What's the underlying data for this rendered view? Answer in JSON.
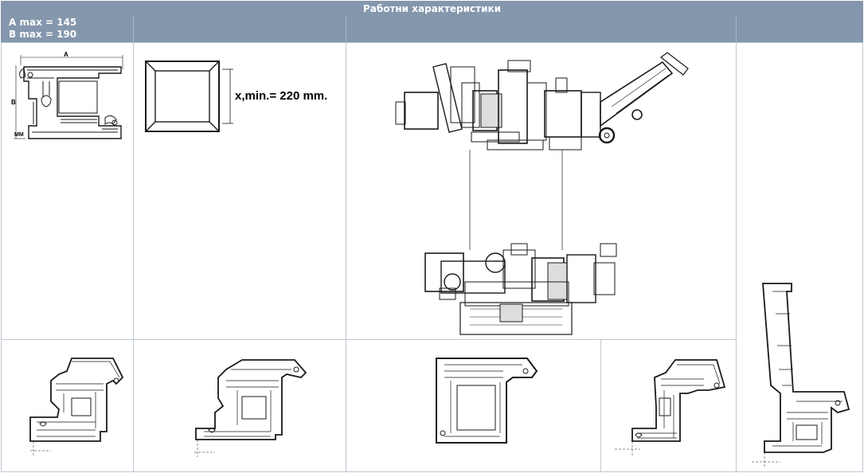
{
  "header": {
    "title": "Работни характеристики",
    "a_max": "A max = 145",
    "b_max": "B max = 190"
  },
  "diagram_labels": {
    "dim_a": "A",
    "dim_b": "B",
    "dim_unit": "MM",
    "frame_min": "x,min.= 220 mm."
  },
  "colors": {
    "header_bg": "#8497ad",
    "header_text": "#ffffff",
    "grid": "#bfc7d0",
    "drawing": "#1a1a1a"
  },
  "icons": {
    "profile_section": "profile-cross-section-icon",
    "frame": "square-frame-icon",
    "machine": "machine-layout-icon"
  }
}
